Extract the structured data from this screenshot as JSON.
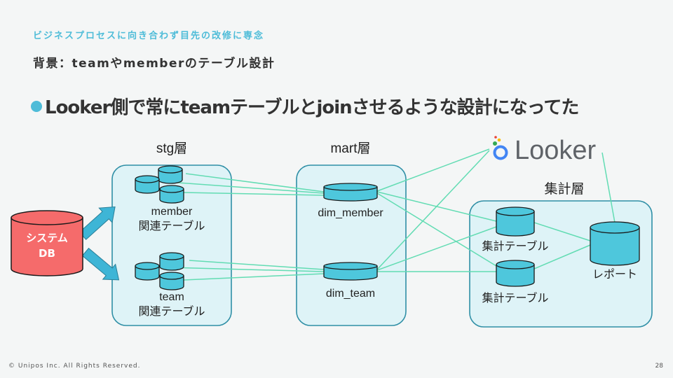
{
  "header": {
    "eyebrow": "ビジネスプロセスに向き合わず目先の改修に専念",
    "subtitle": "背景：teamやmemberのテーブル設計"
  },
  "headline": "Looker側で常にteamテーブルとjoinさせるような設計になってた",
  "diagram": {
    "source": {
      "line1": "システム",
      "line2": "DB"
    },
    "stg": {
      "title": "stg層",
      "member_label_1": "member",
      "member_label_2": "関連テーブル",
      "team_label_1": "team",
      "team_label_2": "関連テーブル"
    },
    "mart": {
      "title": "mart層",
      "dim_member": "dim_member",
      "dim_team": "dim_team"
    },
    "looker": {
      "name": "Looker"
    },
    "agg": {
      "title": "集計層",
      "table1": "集計テーブル",
      "table2": "集計テーブル",
      "report": "レポート"
    }
  },
  "colors": {
    "accent": "#4ebcd8",
    "cylinder": "#4ec7dc",
    "group_fill": "#def3f7",
    "group_stroke": "#2f8fa6",
    "source_db": "#f56b6b",
    "connector": "#62dcb3",
    "arrow": "#3eb5d6"
  },
  "footer": {
    "copyright": "© Unipos Inc. All Rights Reserved.",
    "page": "28"
  }
}
